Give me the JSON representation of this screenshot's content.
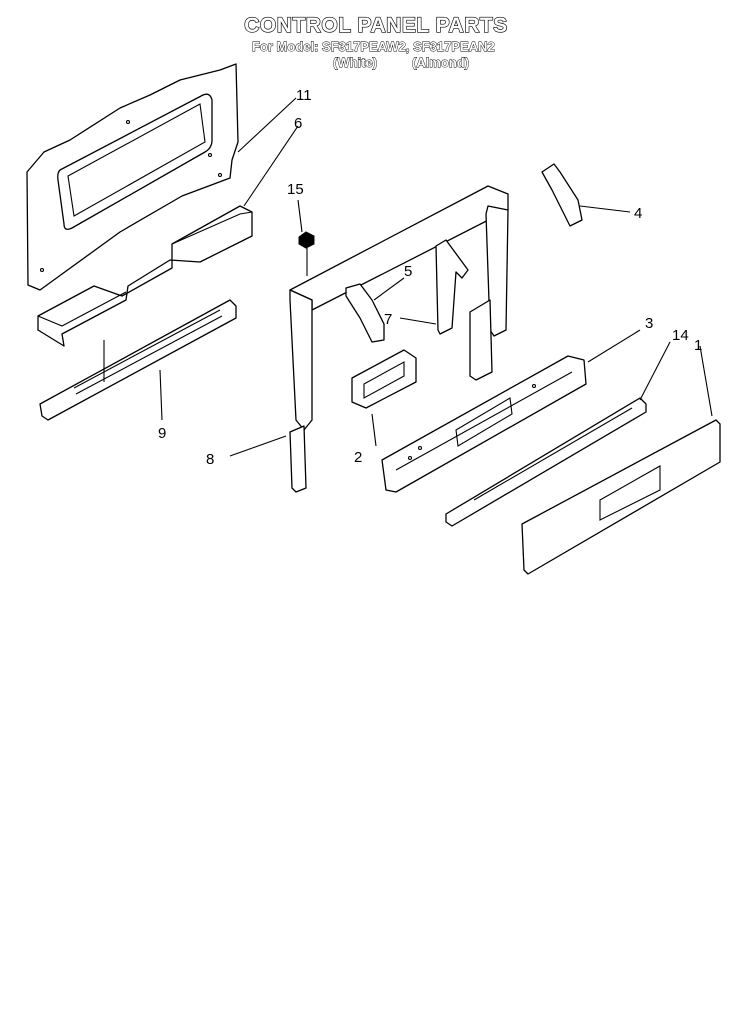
{
  "header": {
    "title": "CONTROL PANEL PARTS",
    "subtitle": "For Model: SF317PEAW2, SF317PEAN2",
    "variant_white": "(White)",
    "variant_almond": "(Almond)"
  },
  "callouts": {
    "part_1": "1",
    "part_2": "2",
    "part_3": "3",
    "part_4": "4",
    "part_5": "5",
    "part_6": "6",
    "part_7": "7",
    "part_8": "8",
    "part_9": "9",
    "part_11": "11",
    "part_14": "14",
    "part_15": "15"
  }
}
